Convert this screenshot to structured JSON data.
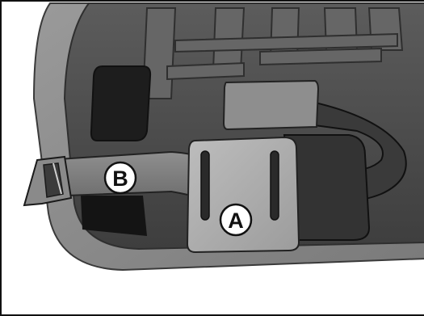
{
  "figure": {
    "callouts": [
      {
        "id": "A",
        "label": "A",
        "target": "strap-bracket"
      },
      {
        "id": "B",
        "label": "B",
        "target": "strap"
      }
    ]
  }
}
